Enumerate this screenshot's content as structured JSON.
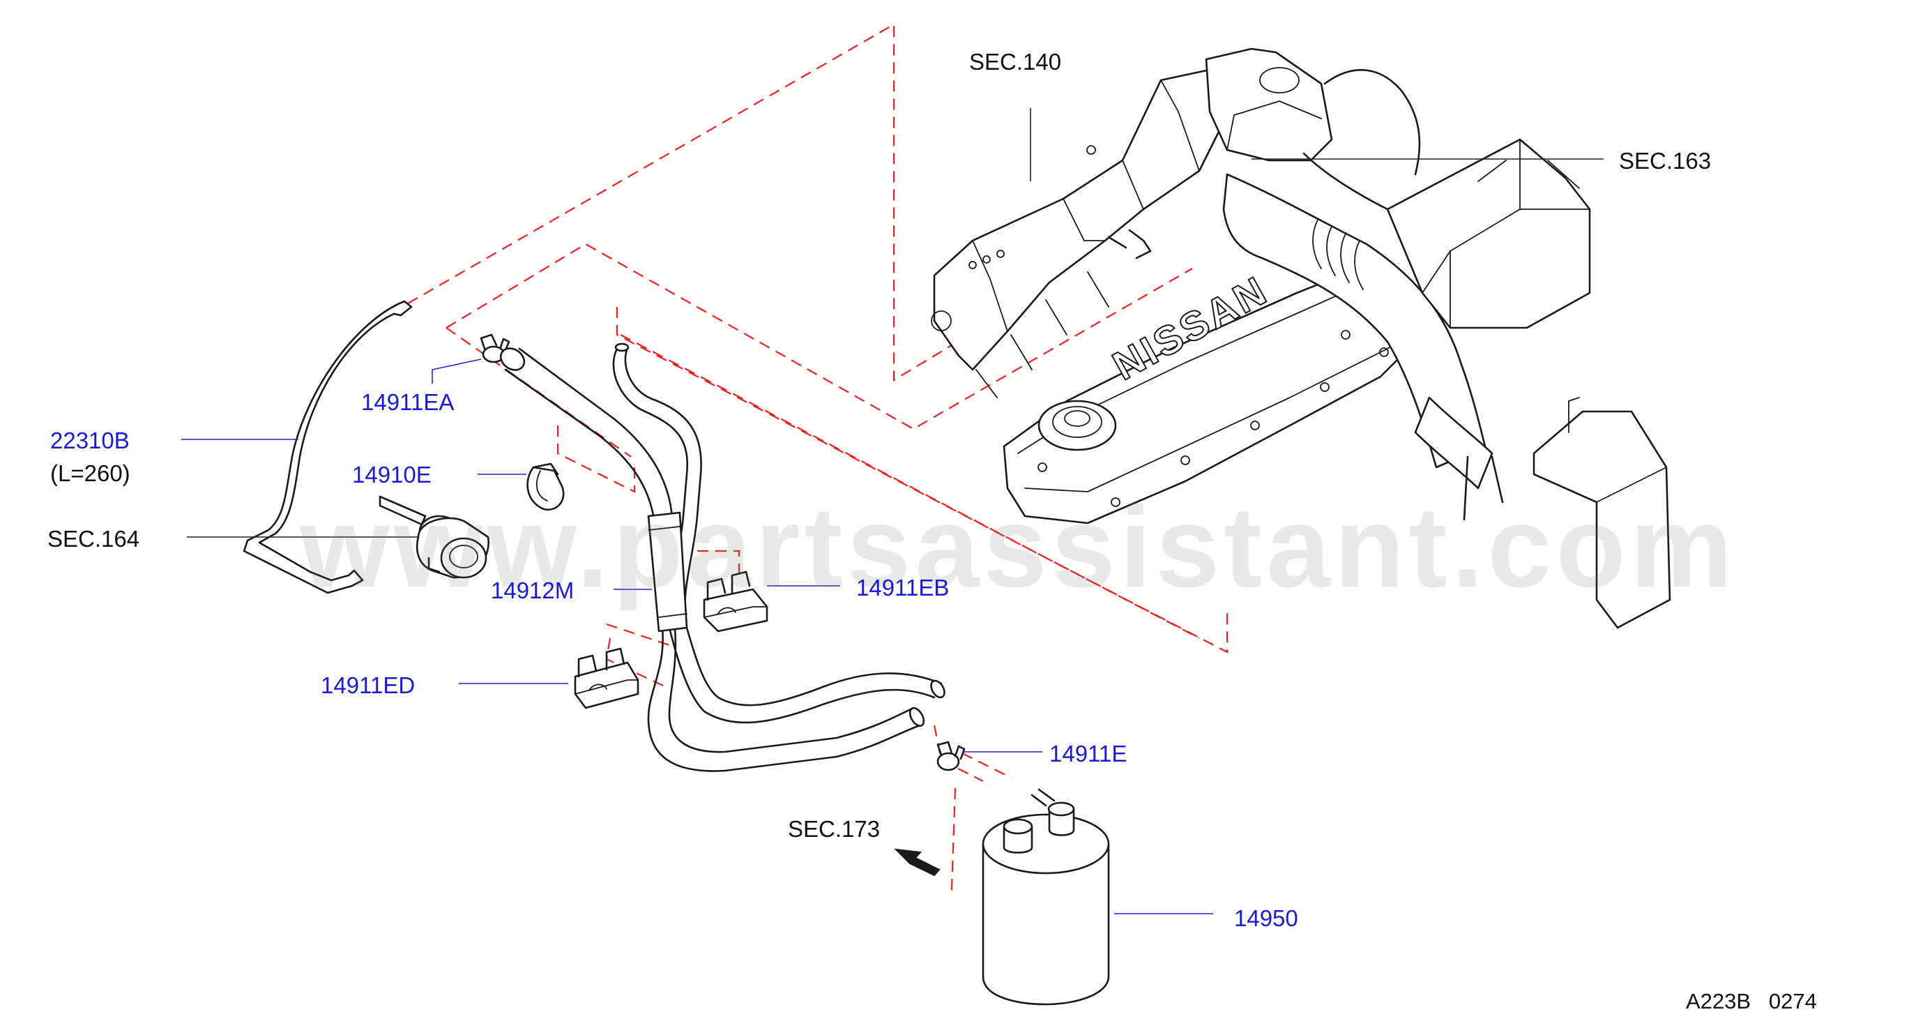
{
  "labels": {
    "sec140": "SEC.140",
    "sec163": "SEC.163",
    "sec164": "SEC.164",
    "sec173": "SEC.173",
    "p22310b": "22310B",
    "p22310b_len": "(L=260)",
    "p14911ea": "14911EA",
    "p14910e": "14910E",
    "p14912m": "14912M",
    "p14911eb": "14911EB",
    "p14911ed": "14911ED",
    "p14911e": "14911E",
    "p14950": "14950",
    "footer": "A223B   0274"
  },
  "engine_text": "NISSAN",
  "watermark": "www.partsassistant.com",
  "colors": {
    "part_label": "#1a1ad2",
    "dashed_guide": "#ee2020",
    "line_art": "#1a1a1a"
  }
}
